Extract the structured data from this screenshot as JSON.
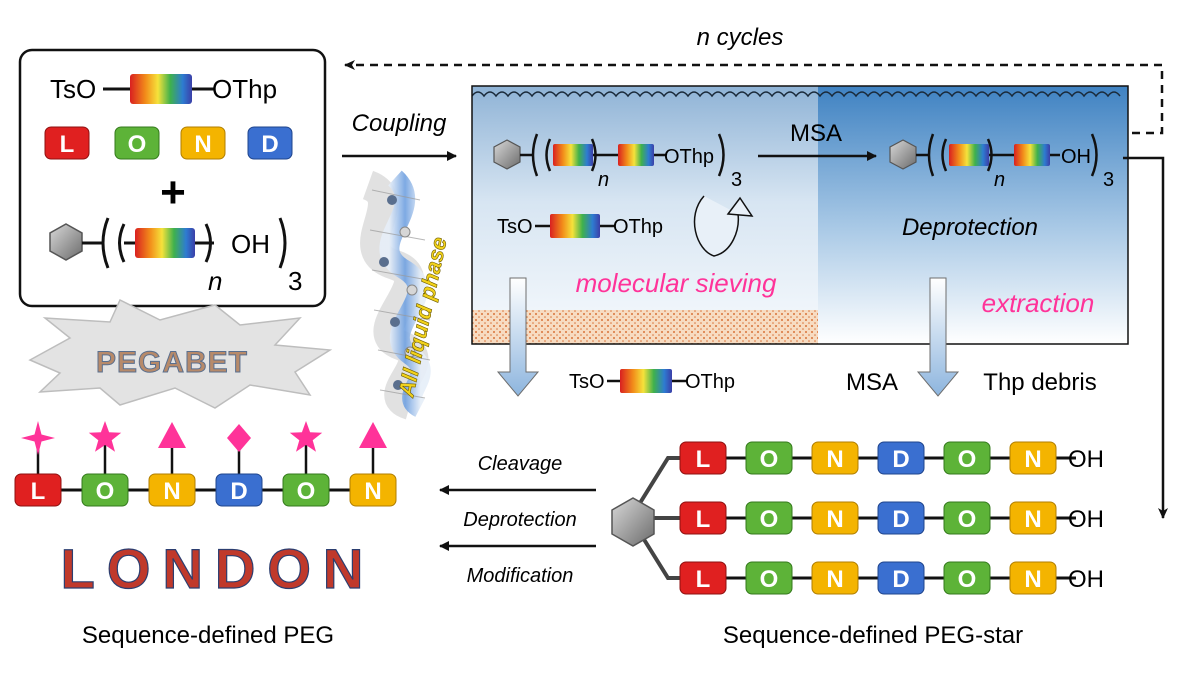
{
  "loop": {
    "label": "n cycles"
  },
  "reagents": {
    "monomer_left": "TsO",
    "monomer_right": "OThp",
    "letters": [
      "L",
      "O",
      "N",
      "D"
    ],
    "plus": "+",
    "star_end": "OH",
    "subscript_n": "n",
    "subscript_3": "3"
  },
  "steps": {
    "coupling": "Coupling",
    "msa": "MSA",
    "deprotection": "Deprotection",
    "molecular_sieving": "molecular sieving",
    "extraction": "extraction"
  },
  "reactor": {
    "intermediate_end": "OThp",
    "product_end": "OH",
    "leftover_left": "TsO",
    "leftover_right": "OThp"
  },
  "liquid_phase_label": "All liquid phase",
  "outputs": {
    "waste_left": "TsO",
    "waste_right": "OThp",
    "msa": "MSA",
    "thp_debris": "Thp debris"
  },
  "star_product": {
    "arms": [
      [
        "L",
        "O",
        "N",
        "D",
        "O",
        "N"
      ],
      [
        "L",
        "O",
        "N",
        "D",
        "O",
        "N"
      ],
      [
        "L",
        "O",
        "N",
        "D",
        "O",
        "N"
      ]
    ],
    "end": "OH",
    "caption": "Sequence-defined PEG-star"
  },
  "post_steps": [
    "Cleavage",
    "Deprotection",
    "Modification"
  ],
  "linear_product": {
    "badge": "PEGABET",
    "letters": [
      "L",
      "O",
      "N",
      "D",
      "O",
      "N"
    ],
    "word": "LONDON",
    "caption": "Sequence-defined PEG"
  },
  "colors": {
    "L": "#e02020",
    "O": "#5db338",
    "N": "#f4b400",
    "D": "#3a6fd0",
    "accent_pink": "#ff3399",
    "reactor_top": "#bcd6ec",
    "reactor_dark": "#3f82c2"
  }
}
